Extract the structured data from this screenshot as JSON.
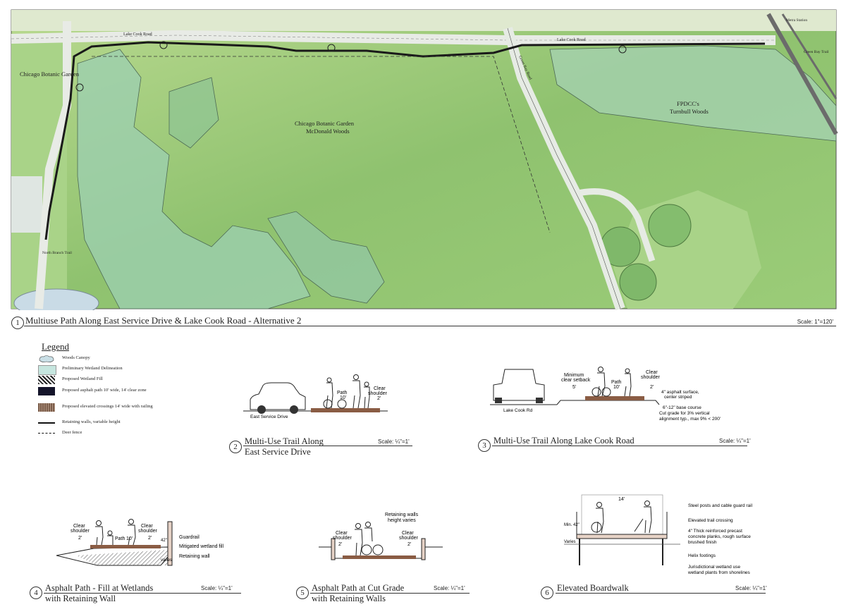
{
  "map": {
    "labels": {
      "lake_cook_road_left": "Lake Cook Road",
      "lake_cook_road_right": "Lake Cook Road",
      "chicago_botanic_garden": "Chicago Botanic Garden",
      "mcdonald_woods_1": "Chicago Botanic Garden",
      "mcdonald_woods_2": "McDonald Woods",
      "turnbull_1": "FPDCC's",
      "turnbull_2": "Turnbull Woods",
      "green_bay_road": "Green Bay Road",
      "metra": "Metra Station",
      "green_bay_trail": "Green Bay Trail",
      "north_branch": "North Branch Trail"
    }
  },
  "title": {
    "number": "1",
    "text": "Multiuse Path Along East Service Drive & Lake Cook Road - Alternative 2",
    "scale": "Scale: 1\"=120'"
  },
  "legend": {
    "title": "Legend",
    "items": [
      "Woods Canopy",
      "Preliminary Wetland Delineation",
      "Proposed Wetland Fill",
      "Proposed asphalt path 10' wide, 14' clear zone",
      "Proposed elevated crossings 14' wide with railing",
      "Retaining walls, variable height",
      "Deer fence"
    ]
  },
  "sections": [
    {
      "number": "2",
      "title": "Multi-Use Trail Along",
      "title2": "East Service Drive",
      "scale": "Scale: ¼\"=1'"
    },
    {
      "number": "3",
      "title": "Multi-Use Trail Along Lake Cook Road",
      "title2": "",
      "scale": "Scale: ¼\"=1'"
    },
    {
      "number": "4",
      "title": "Asphalt Path - Fill at Wetlands",
      "title2": "with Retaining Wall",
      "scale": "Scale: ¼\"=1'"
    },
    {
      "number": "5",
      "title": "Asphalt Path at Cut Grade",
      "title2": "with Retaining Walls",
      "scale": "Scale: ¼\"=1'"
    },
    {
      "number": "6",
      "title": "Elevated Boardwalk",
      "title2": "",
      "scale": "Scale: ¼\"=1'"
    }
  ],
  "sec2": {
    "path": "Path",
    "path_w": "10'",
    "clear": "Clear",
    "shoulder": "shoulder",
    "sh_w": "2'",
    "road": "East Service Drive"
  },
  "sec3": {
    "setback1": "Minimum",
    "setback2": "clear setback",
    "setback_w": "5'",
    "path": "Path",
    "path_w": "10'",
    "clear": "Clear",
    "shoulder": "shoulder",
    "sh_w": "2'",
    "road": "Lake Cook Rd",
    "note1a": "4\" asphalt surface,",
    "note1b": "center striped",
    "note2": "6\"-12\" base course",
    "note3a": "Cut grade for 3% vertical",
    "note3b": "alignment typ., max 9% < 200'"
  },
  "sec4": {
    "clear": "Clear",
    "shoulder": "shoulder",
    "sh_w": "2'",
    "path": "Path",
    "path_w": "10'",
    "h": "42\"",
    "varies": "varies",
    "guardrail": "Guardrail",
    "fill": "Mitigated wetland fill",
    "wall": "Retaining wall"
  },
  "sec5": {
    "walls1": "Retaining walls",
    "walls2": "height varies",
    "clear": "Clear",
    "shoulder": "shoulder",
    "sh_w": "2'"
  },
  "sec6": {
    "width": "14'",
    "min": "Min. 42\"",
    "varies": "Varies",
    "n1": "Steel posts and cable guard rail",
    "n2": "Elevated trail crossing",
    "n3a": "4\" Thick reinforced precast",
    "n3b": "concrete planks, rough surface",
    "n3c": "brushed finish",
    "n4": "Helix footings",
    "n5a": "Jurisdictional wetland use",
    "n5b": "wetland plants from shorelines"
  },
  "colors": {
    "land": "#a8d08a",
    "woods": "#7fb86a",
    "wetland": "#9ccfb2",
    "road": "#e8ebe6",
    "path": "#1a1a1a"
  }
}
